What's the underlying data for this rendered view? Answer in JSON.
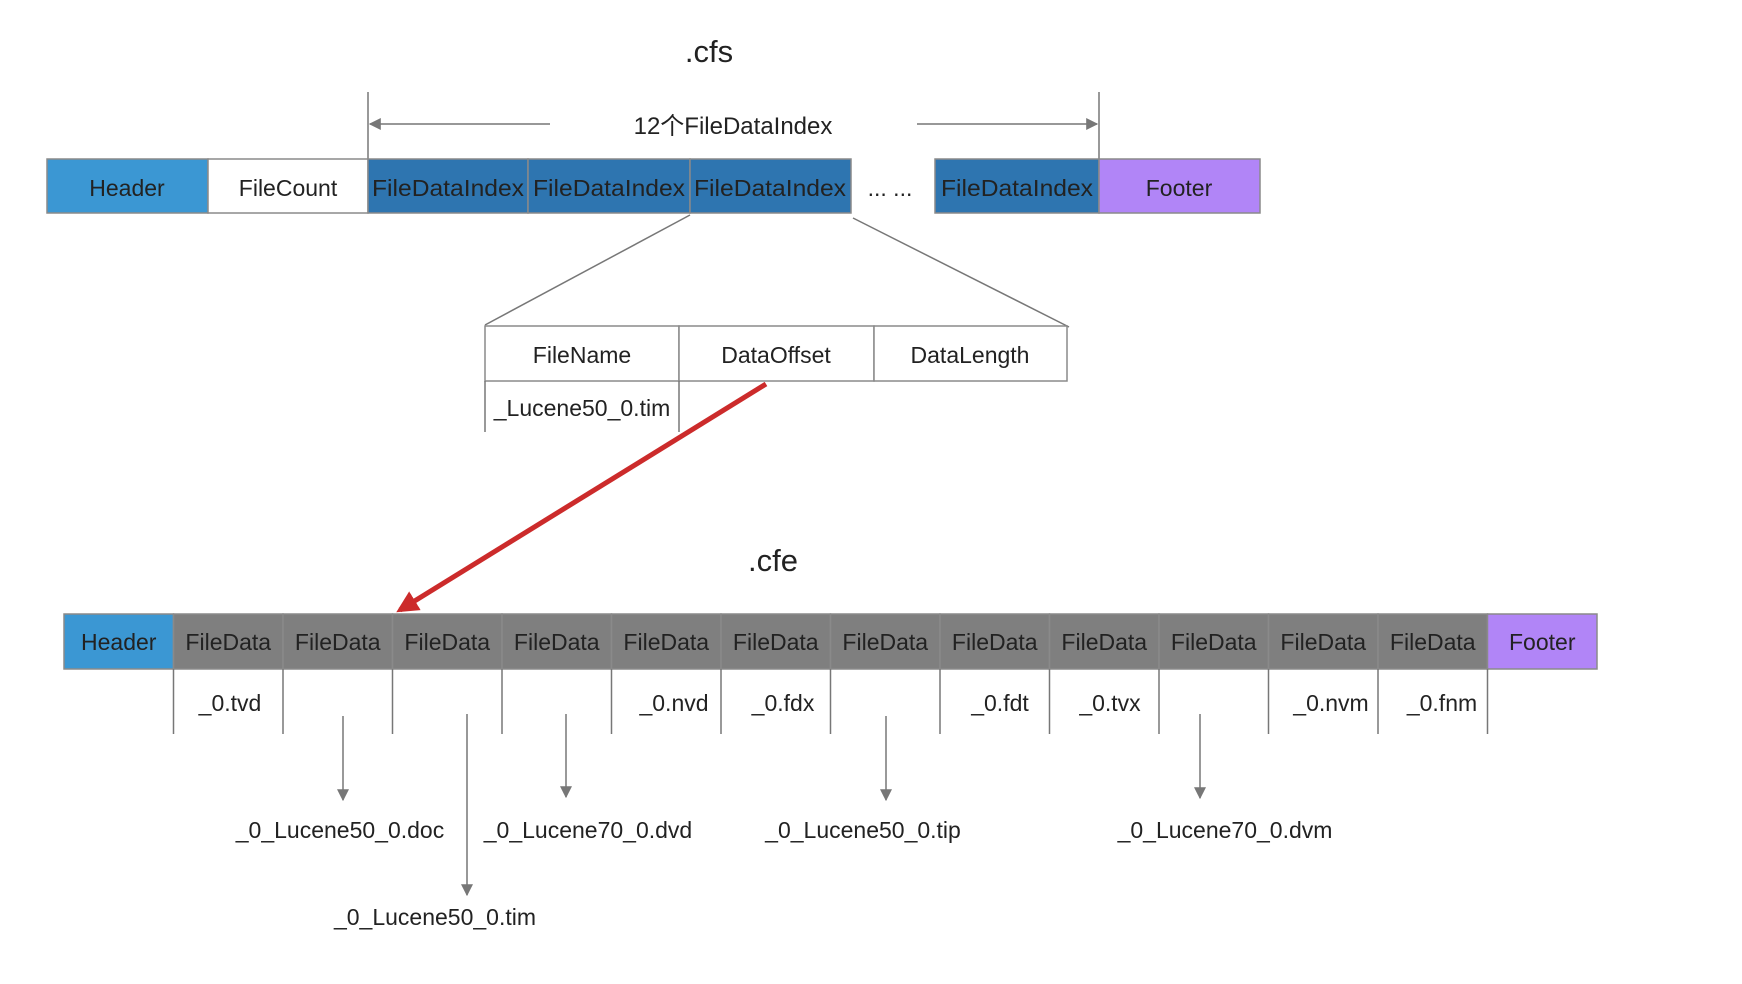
{
  "cfs": {
    "title": ".cfs",
    "span_label": "12个FileDataIndex",
    "segments": [
      {
        "label": "Header",
        "color": "#3b97d3"
      },
      {
        "label": "FileCount",
        "color": "#ffffff"
      },
      {
        "label": "FileDataIndex",
        "color": "#2e75b0"
      },
      {
        "label": "FileDataIndex",
        "color": "#2e75b0"
      },
      {
        "label": "FileDataIndex",
        "color": "#2e75b0"
      },
      {
        "label": "FileDataIndex",
        "color": "#2e75b0"
      },
      {
        "label": "Footer",
        "color": "#b185f7"
      }
    ],
    "ellipsis": "... ..."
  },
  "index_entry": {
    "headers": [
      "FileName",
      "DataOffset",
      "DataLength"
    ],
    "example_filename": "_Lucene50_0.tim"
  },
  "cfe": {
    "title": ".cfe",
    "segments": [
      {
        "label": "Header",
        "color": "#3b97d3"
      },
      {
        "label": "FileData",
        "color": "#7f7f7f"
      },
      {
        "label": "FileData",
        "color": "#7f7f7f"
      },
      {
        "label": "FileData",
        "color": "#7f7f7f"
      },
      {
        "label": "FileData",
        "color": "#7f7f7f"
      },
      {
        "label": "FileData",
        "color": "#7f7f7f"
      },
      {
        "label": "FileData",
        "color": "#7f7f7f"
      },
      {
        "label": "FileData",
        "color": "#7f7f7f"
      },
      {
        "label": "FileData",
        "color": "#7f7f7f"
      },
      {
        "label": "FileData",
        "color": "#7f7f7f"
      },
      {
        "label": "FileData",
        "color": "#7f7f7f"
      },
      {
        "label": "FileData",
        "color": "#7f7f7f"
      },
      {
        "label": "FileData",
        "color": "#7f7f7f"
      },
      {
        "label": "Footer",
        "color": "#b185f7"
      }
    ],
    "inline_file_names": [
      "_0.tvd",
      "_0.nvd",
      "_0.fdx",
      "_0.fdt",
      "_0.tvx",
      "_0.nvm",
      "_0.fnm"
    ],
    "arrow_file_names": [
      "_0_Lucene50_0.doc",
      "_0_Lucene70_0.dvd",
      "_0_Lucene50_0.tip",
      "_0_Lucene70_0.dvm",
      "_0_Lucene50_0.tim"
    ]
  },
  "colors": {
    "outline": "#8a8a8a",
    "pointer_arrow": "#cc2b2b"
  }
}
